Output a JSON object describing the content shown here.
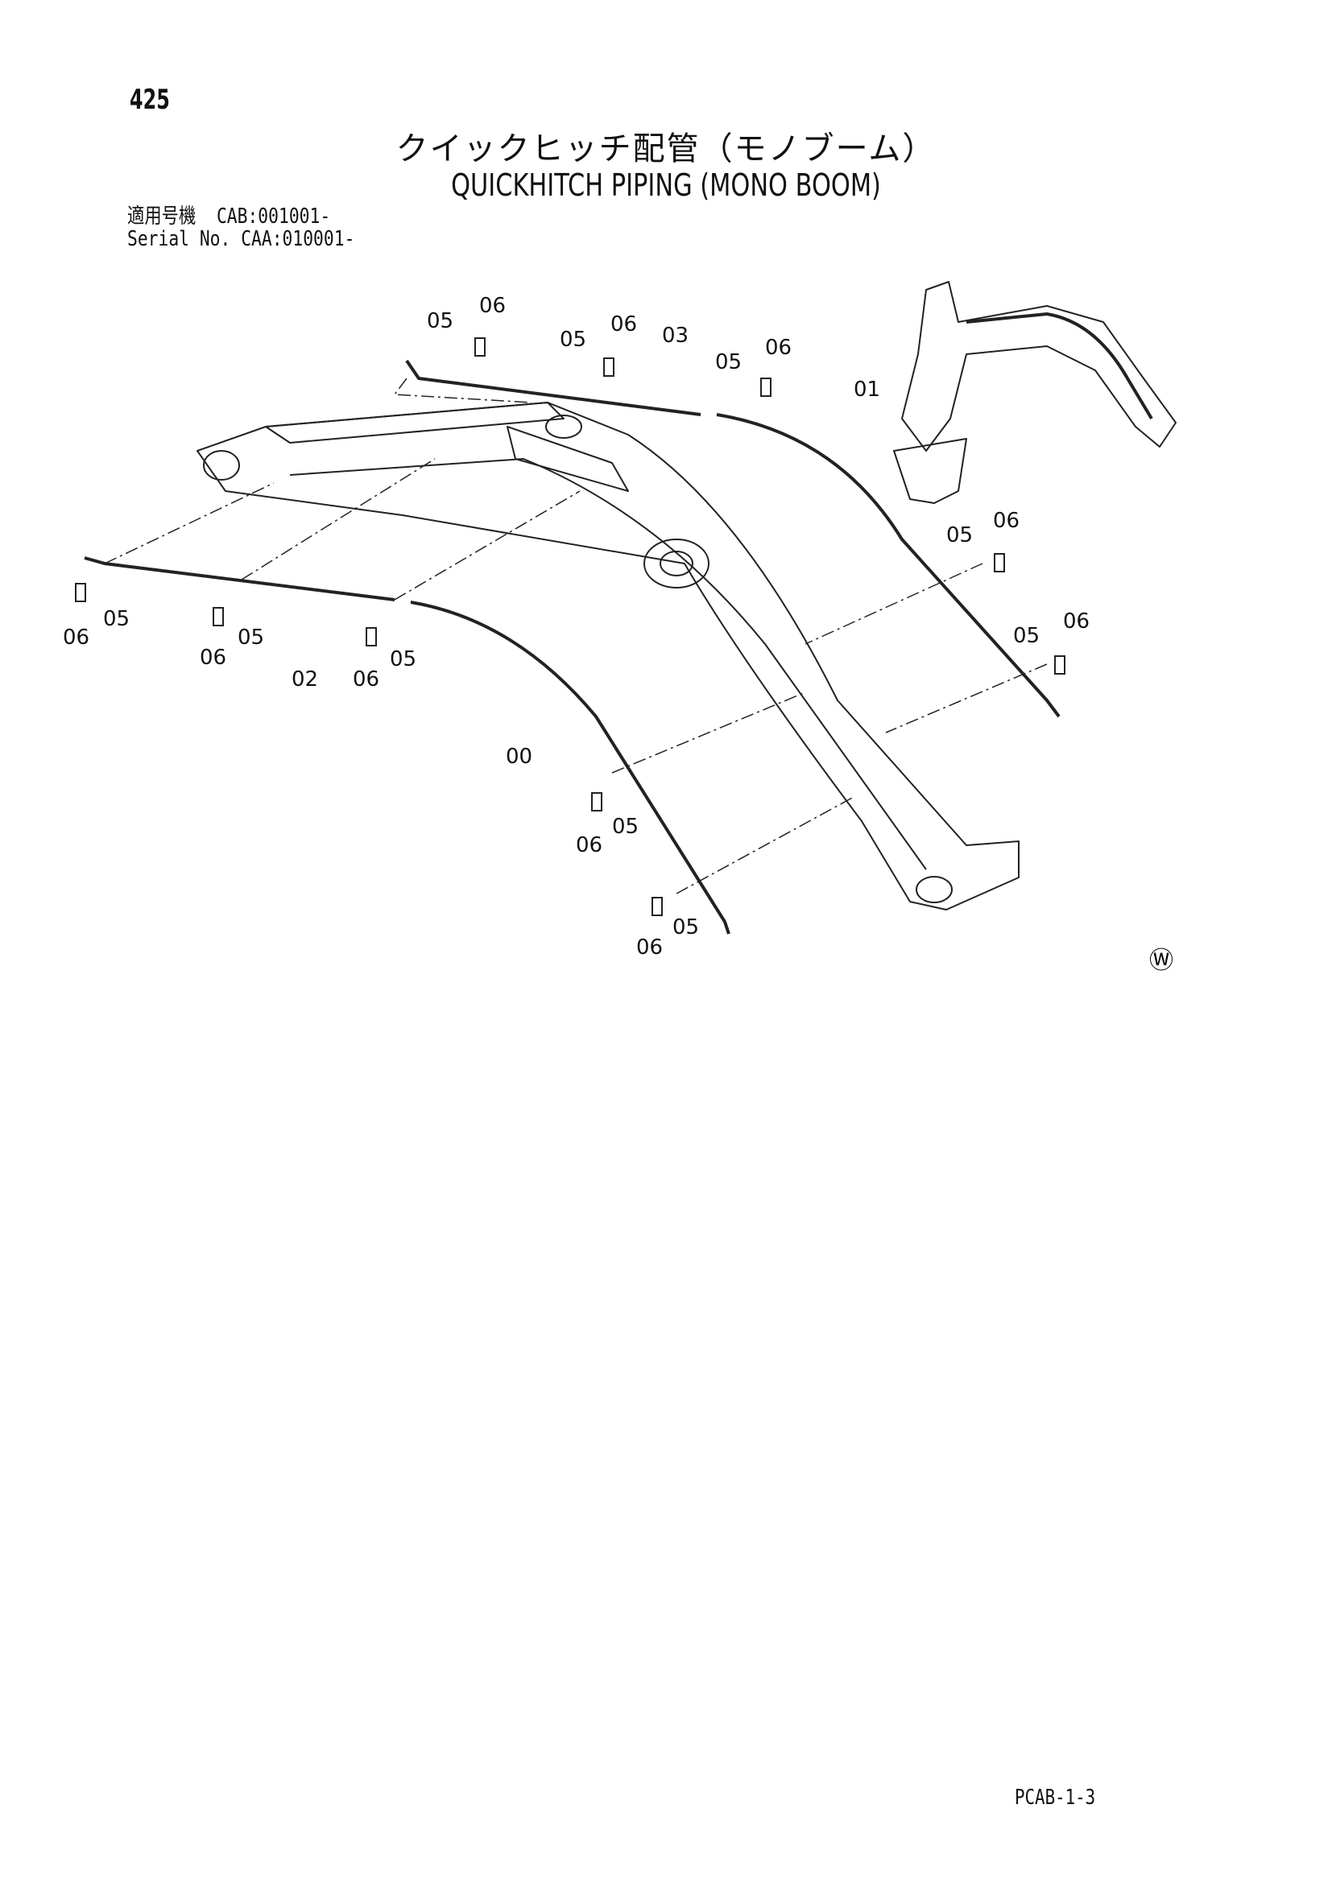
{
  "page": {
    "number": "425",
    "title_jp": "クイックヒッチ配管（モノブーム）",
    "title_en": "QUICKHITCH PIPING (MONO BOOM)",
    "serial_label_jp": "適用号機",
    "serial_value_1": "CAB:001001-",
    "serial_label_en": "Serial No.",
    "serial_value_2": "CAA:010001-",
    "footer_code": "PCAB-1-3",
    "watermark_symbol": "Ⓦ"
  },
  "callouts": [
    {
      "id": "c05a",
      "label": "05"
    },
    {
      "id": "c06a",
      "label": "06"
    },
    {
      "id": "c05b",
      "label": "05"
    },
    {
      "id": "c06b",
      "label": "06"
    },
    {
      "id": "c03",
      "label": "03"
    },
    {
      "id": "c05c",
      "label": "05"
    },
    {
      "id": "c06c",
      "label": "06"
    },
    {
      "id": "c01",
      "label": "01"
    },
    {
      "id": "c05d",
      "label": "05"
    },
    {
      "id": "c06d",
      "label": "06"
    },
    {
      "id": "c05e",
      "label": "05"
    },
    {
      "id": "c06e",
      "label": "06"
    },
    {
      "id": "c06f",
      "label": "06"
    },
    {
      "id": "c05f",
      "label": "05"
    },
    {
      "id": "c06g",
      "label": "06"
    },
    {
      "id": "c05g",
      "label": "05"
    },
    {
      "id": "c02",
      "label": "02"
    },
    {
      "id": "c06h",
      "label": "06"
    },
    {
      "id": "c05h",
      "label": "05"
    },
    {
      "id": "c00",
      "label": "00"
    },
    {
      "id": "c06i",
      "label": "06"
    },
    {
      "id": "c05i",
      "label": "05"
    },
    {
      "id": "c06j",
      "label": "06"
    },
    {
      "id": "c05j",
      "label": "05"
    }
  ]
}
